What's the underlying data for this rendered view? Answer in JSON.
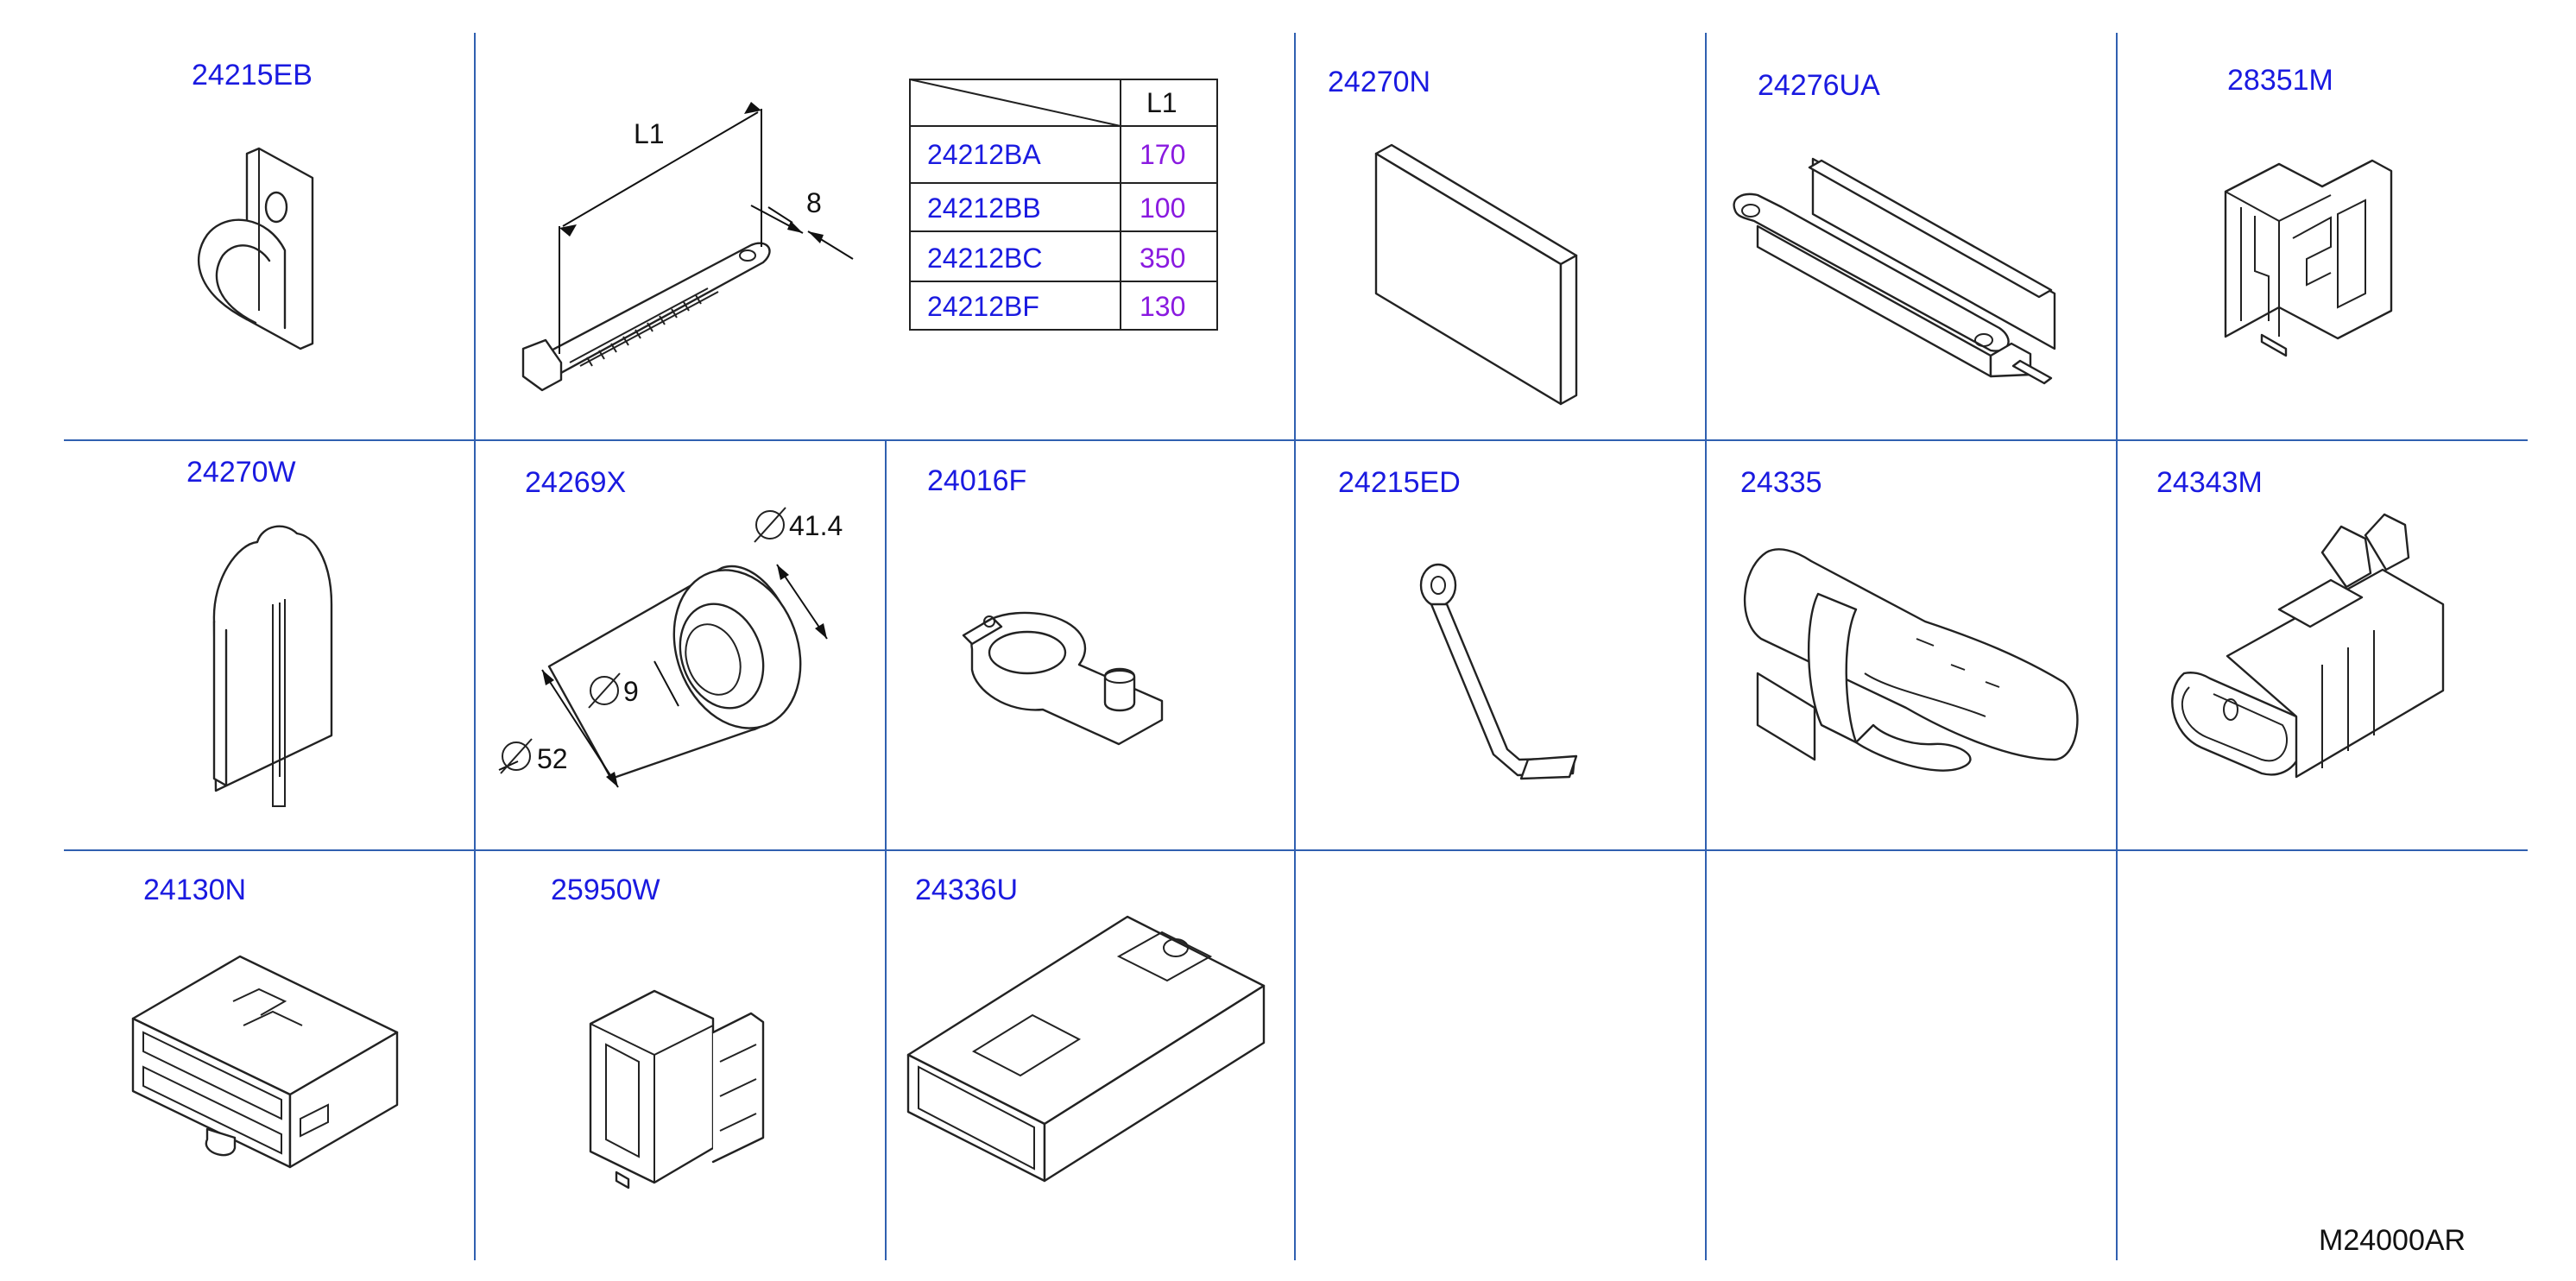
{
  "diagram_code": "M24000AR",
  "colors": {
    "label": "#1a1ae0",
    "table_value": "#8a1ae0",
    "grid": "#3060b0",
    "line": "#222222"
  },
  "parts": [
    {
      "id": "24215EB"
    },
    {
      "id": "24270N"
    },
    {
      "id": "24276UA"
    },
    {
      "id": "28351M"
    },
    {
      "id": "24270W"
    },
    {
      "id": "24269X"
    },
    {
      "id": "24016F"
    },
    {
      "id": "24215ED"
    },
    {
      "id": "24335"
    },
    {
      "id": "24343M"
    },
    {
      "id": "24130N"
    },
    {
      "id": "25950W"
    },
    {
      "id": "24336U"
    }
  ],
  "tie_table": {
    "header": "L1",
    "rows": [
      {
        "part": "24212BA",
        "value": "170"
      },
      {
        "part": "24212BB",
        "value": "100"
      },
      {
        "part": "24212BC",
        "value": "350"
      },
      {
        "part": "24212BF",
        "value": "130"
      }
    ]
  },
  "tie_dims": {
    "length_label": "L1",
    "width": "8"
  },
  "grommet_dims": {
    "d1": "41.4",
    "d2": "9",
    "d3": "52"
  }
}
